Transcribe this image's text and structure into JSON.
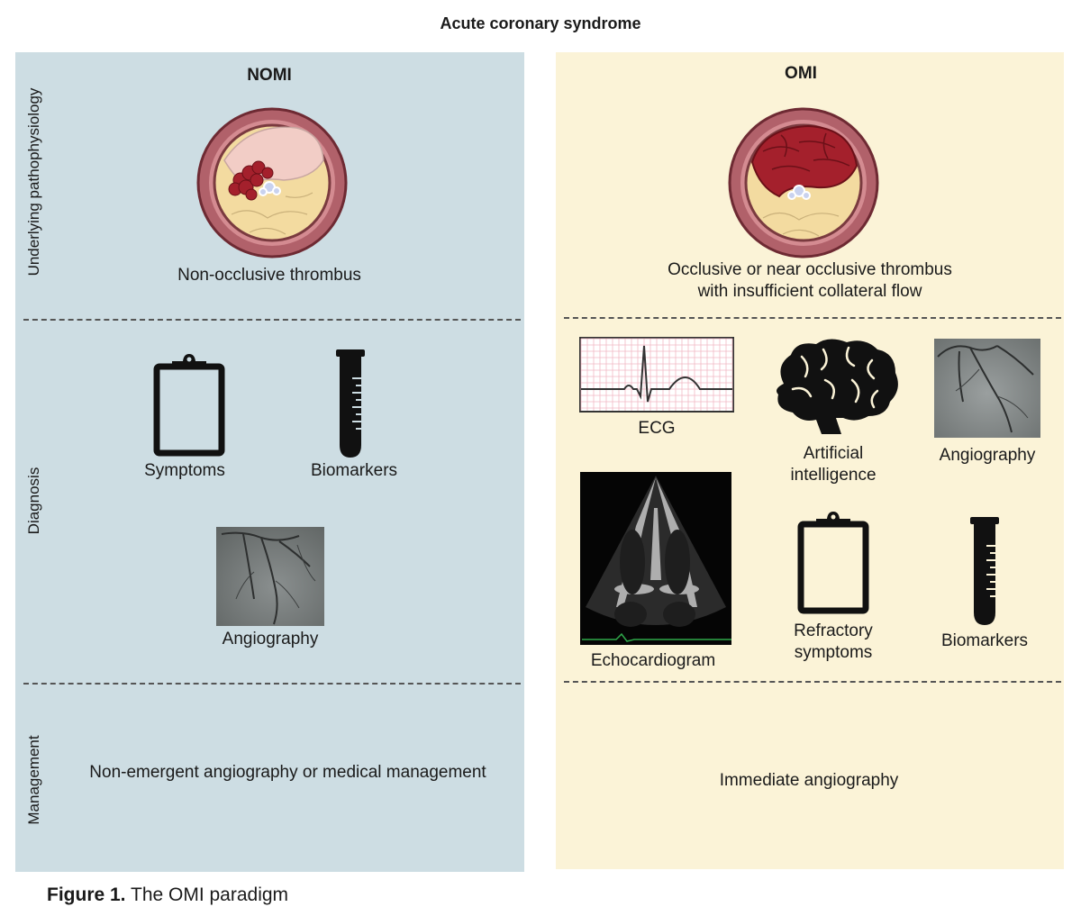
{
  "title": "Acute coronary syndrome",
  "row_labels": {
    "pathophysiology": "Underlying pathophysiology",
    "diagnosis": "Diagnosis",
    "management": "Management"
  },
  "nomi": {
    "heading": "NOMI",
    "pathophysiology": "Non-occlusive thrombus",
    "diagnosis": [
      "Symptoms",
      "Biomarkers",
      "Angiography"
    ],
    "management": "Non-emergent angiography or medical management"
  },
  "omi": {
    "heading": "OMI",
    "pathophysiology_line1": "Occlusive or near occlusive thrombus",
    "pathophysiology_line2": "with insufficient collateral flow",
    "diagnosis": {
      "ecg": "ECG",
      "ai_line1": "Artificial",
      "ai_line2": "intelligence",
      "angiography": "Angiography",
      "echo": "Echocardiogram",
      "refractory_line1": "Refractory",
      "refractory_line2": "symptoms",
      "biomarkers": "Biomarkers"
    },
    "management": "Immediate angiography"
  },
  "caption": {
    "label": "Figure 1.",
    "text": " The OMI paradigm"
  },
  "colors": {
    "nomi_panel": "#cddde3",
    "omi_panel": "#fbf3d7",
    "vessel_wall": "#b1616a",
    "plaque": "#f3dba0",
    "thrombus": "#a4202c"
  },
  "icons": [
    "artery-nonocclusive-icon",
    "artery-occlusive-icon",
    "clipboard-icon",
    "test-tube-icon",
    "brain-icon",
    "ecg-strip-image",
    "angiogram-image",
    "echocardiogram-image"
  ]
}
